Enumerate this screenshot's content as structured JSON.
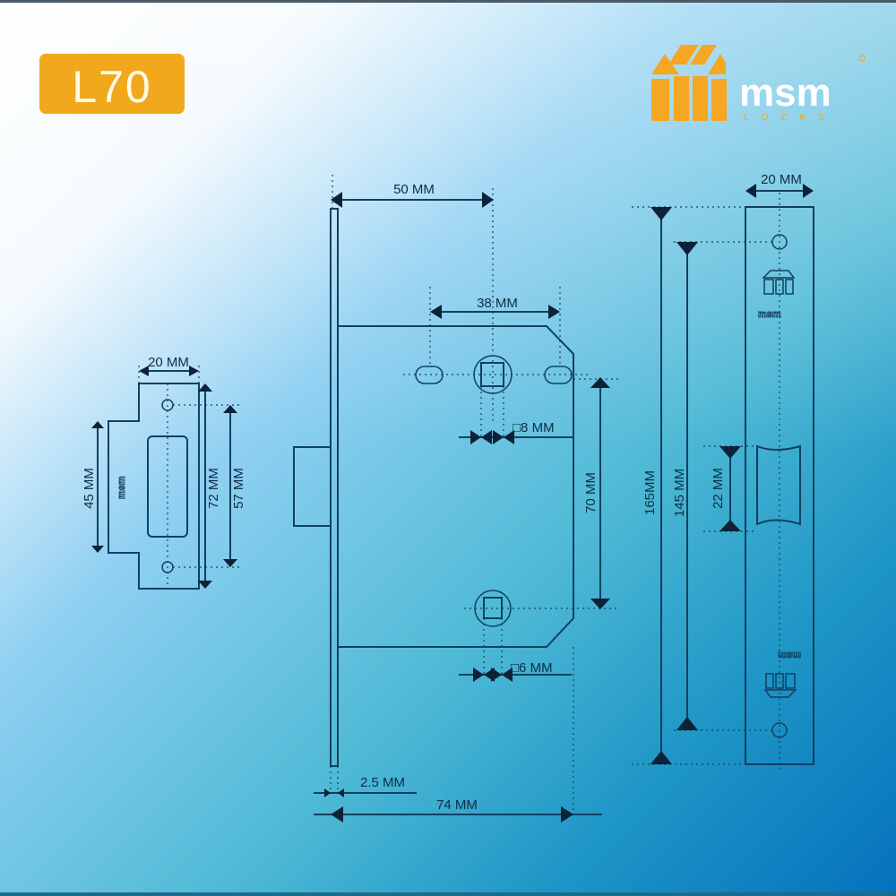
{
  "header": {
    "model_badge": "L70",
    "brand_name": "msm",
    "brand_sub": "LOCKS",
    "colors": {
      "badge": "#f2a81d",
      "logo_orange": "#f5a623",
      "line": "#10415e",
      "bg_left": "#ffffff",
      "bg_mid": "#6ec3ea",
      "bg_right": "#0a7cc4"
    }
  },
  "strike_plate": {
    "width_label": "20 MM",
    "height_outer_label": "72 MM",
    "hole_spacing_label": "57 MM",
    "flange_label": "45 MM"
  },
  "lock_body": {
    "backset_label": "50 MM",
    "handle_spacing_label": "38 MM",
    "spindle_label": "□8 MM",
    "center_distance_label": "70 MM",
    "bolt_spindle_label": "□6 MM",
    "faceplate_thickness_label": "2.5 MM",
    "body_depth_label": "74 MM"
  },
  "faceplate": {
    "width_label": "20 MM",
    "total_height_label": "165MM",
    "screw_spacing_label": "145 MM",
    "latch_label": "22 MM"
  }
}
